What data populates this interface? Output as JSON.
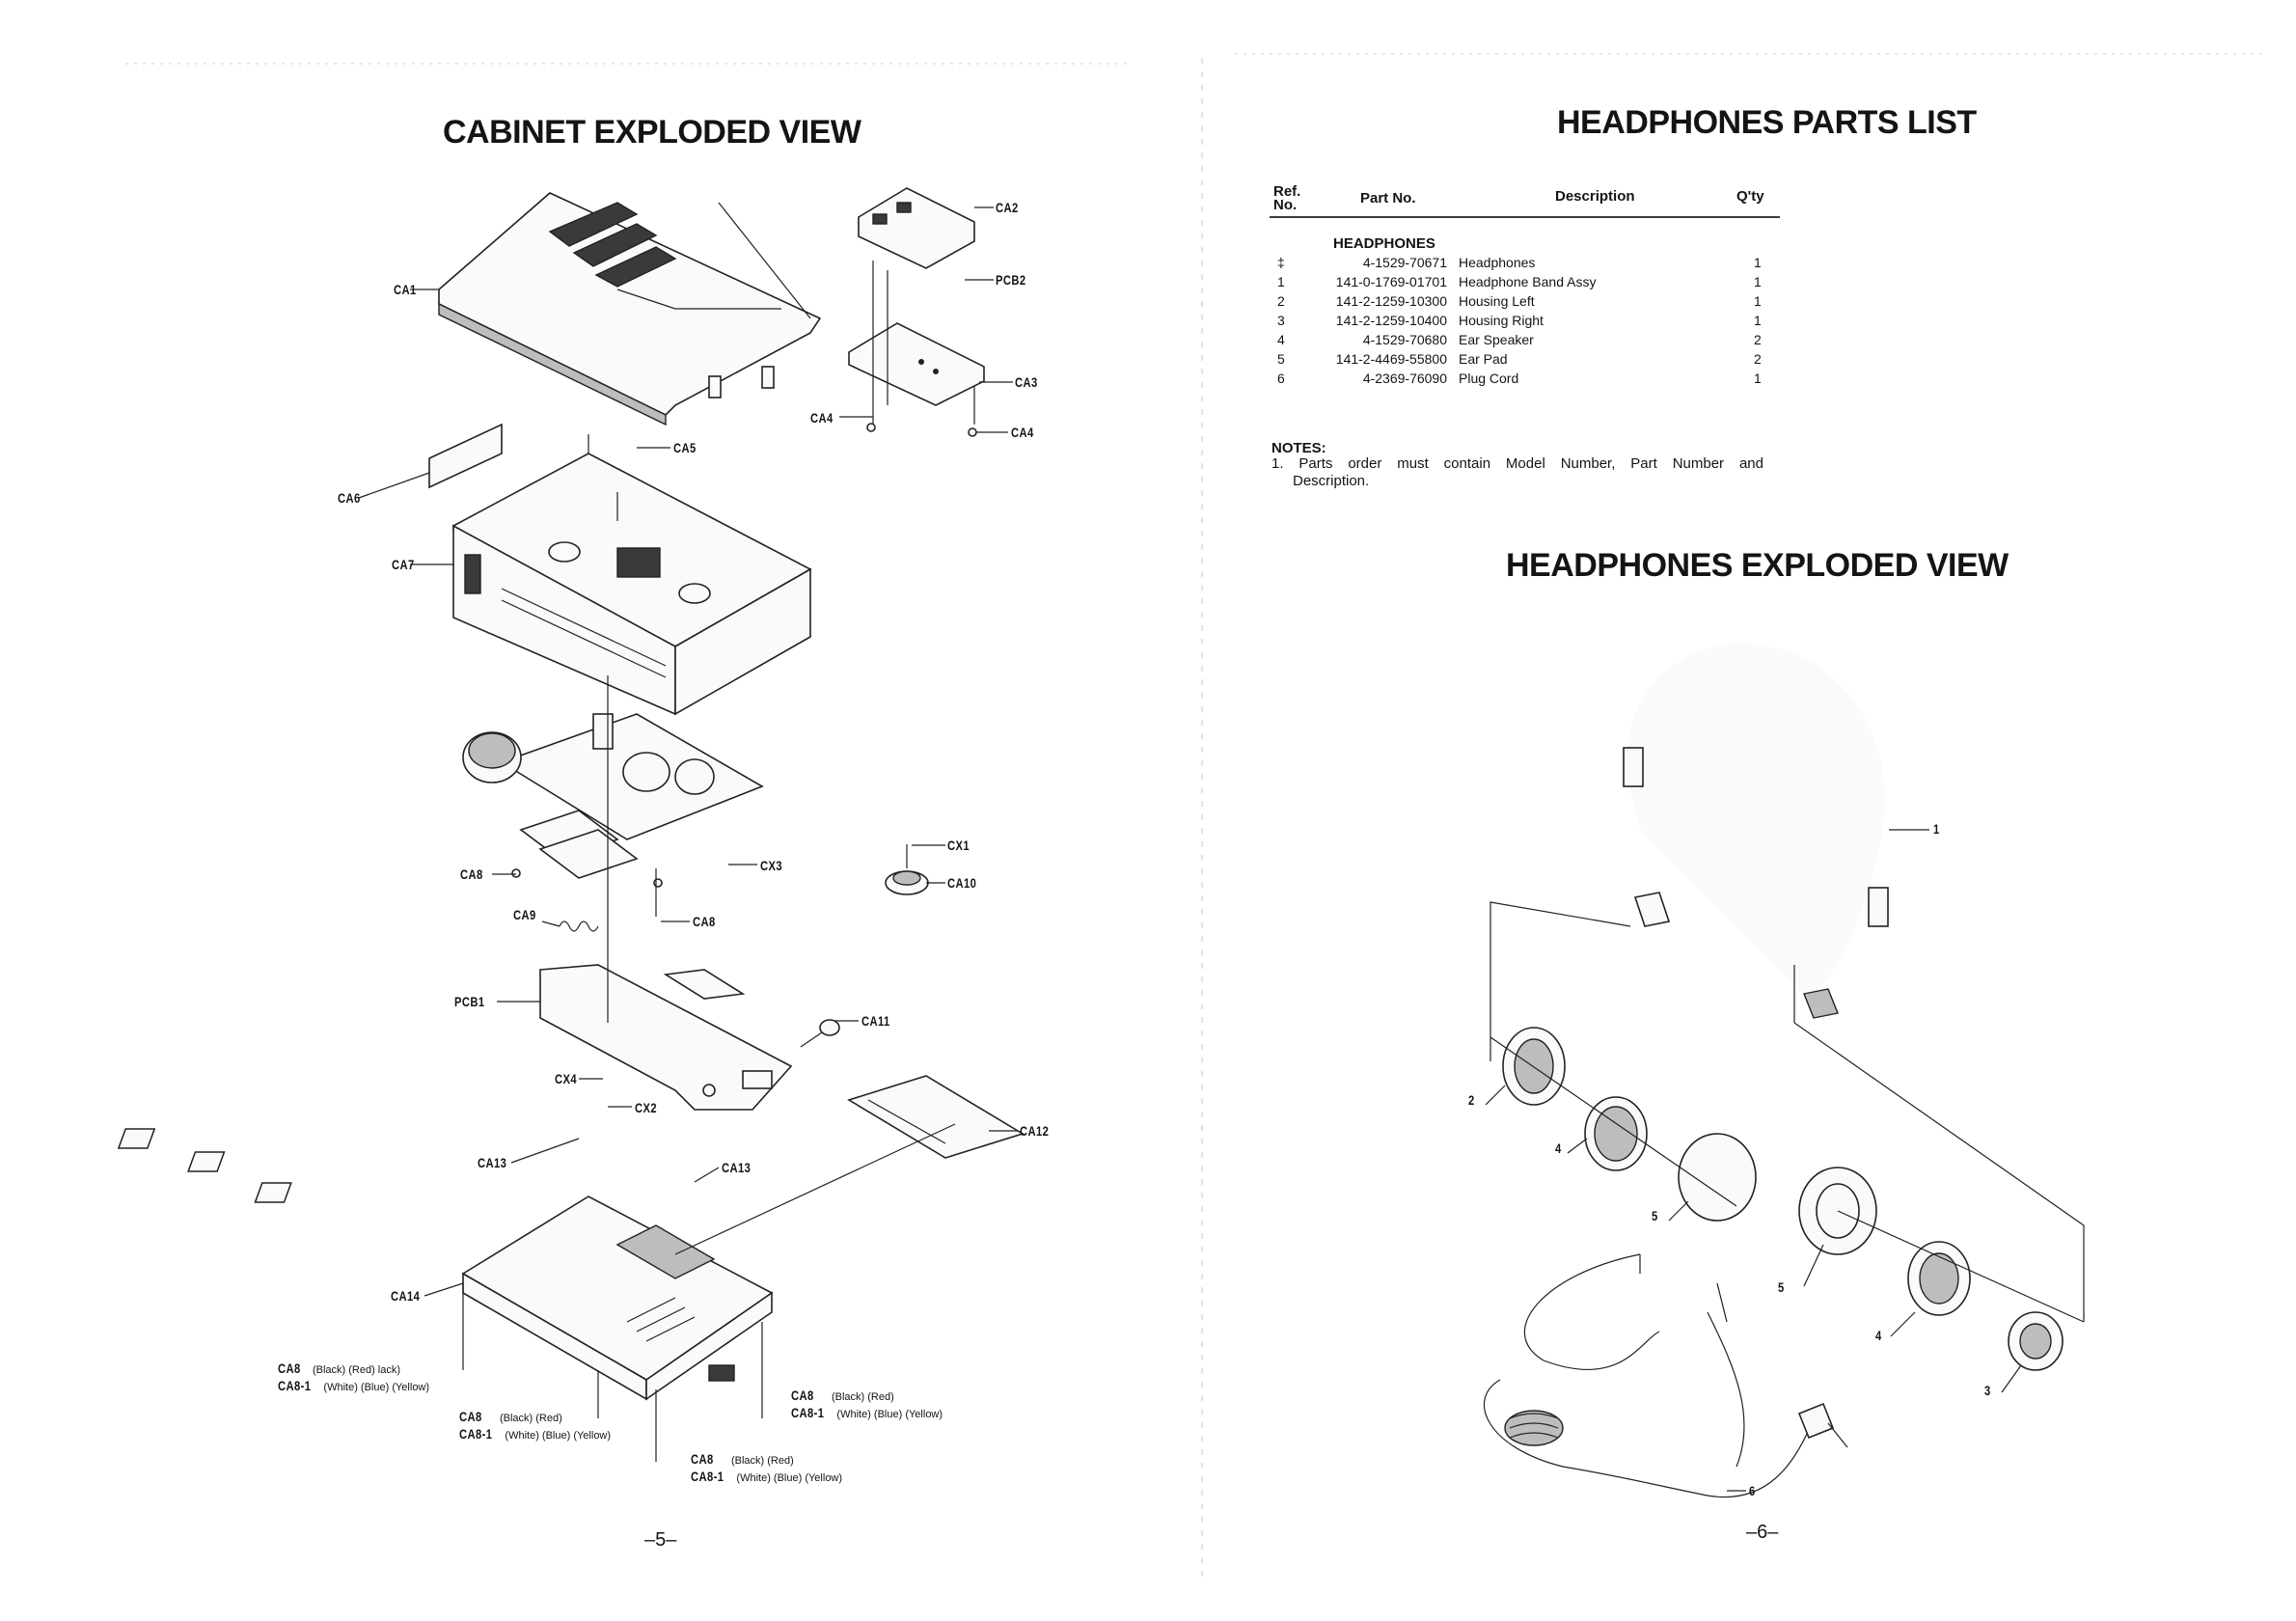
{
  "left_page": {
    "title": "CABINET EXPLODED VIEW",
    "page_number": "–5–",
    "callouts": {
      "ca1": "CA1",
      "ca2": "CA2",
      "pcb2": "PCB2",
      "ca3": "CA3",
      "ca4_a": "CA4",
      "ca4_b": "CA4",
      "ca5": "CA5",
      "ca6": "CA6",
      "ca7": "CA7",
      "cx1": "CX1",
      "ca10": "CA10",
      "cx3": "CX3",
      "ca8_a": "CA8",
      "ca8_b": "CA8",
      "ca9": "CA9",
      "pcb1": "PCB1",
      "ca11": "CA11",
      "cx4": "CX4",
      "cx2": "CX2",
      "ca12": "CA12",
      "ca13_a": "CA13",
      "ca13_b": "CA13",
      "ca14": "CA14"
    },
    "screw_notes": [
      {
        "l1": "CA8",
        "c1": "(Black) (Red)   lack)",
        "l2": "CA8-1",
        "c2": "(White) (Blue) (Yellow)"
      },
      {
        "l1": "CA8",
        "c1": "(Black) (Red)",
        "l2": "CA8-1",
        "c2": "(White) (Blue) (Yellow)"
      },
      {
        "l1": "CA8",
        "c1": "(Black) (Red)",
        "l2": "CA8-1",
        "c2": "(White) (Blue) (Yellow)"
      },
      {
        "l1": "CA8",
        "c1": "(Black) (Red)",
        "l2": "CA8-1",
        "c2": "(White) (Blue) (Yellow)"
      }
    ]
  },
  "right_page": {
    "title": "HEADPHONES PARTS LIST",
    "table": {
      "headers": {
        "ref_1": "Ref.",
        "ref_2": "No.",
        "part_no": "Part No.",
        "description": "Description",
        "qty": "Q'ty"
      },
      "group": "HEADPHONES",
      "rows": [
        {
          "ref": "‡",
          "part": "4-1529-70671",
          "desc": "Headphones",
          "qty": "1"
        },
        {
          "ref": "1",
          "part": "141-0-1769-01701",
          "desc": "Headphone Band Assy",
          "qty": "1"
        },
        {
          "ref": "2",
          "part": "141-2-1259-10300",
          "desc": "Housing Left",
          "qty": "1"
        },
        {
          "ref": "3",
          "part": "141-2-1259-10400",
          "desc": "Housing Right",
          "qty": "1"
        },
        {
          "ref": "4",
          "part": "4-1529-70680",
          "desc": "Ear Speaker",
          "qty": "2"
        },
        {
          "ref": "5",
          "part": "141-2-4469-55800",
          "desc": "Ear Pad",
          "qty": "2"
        },
        {
          "ref": "6",
          "part": "4-2369-76090",
          "desc": "Plug Cord",
          "qty": "1"
        }
      ]
    },
    "notes": {
      "heading": "NOTES:",
      "line1": "1. Parts order must contain Model Number, Part Number and",
      "line2": "Description."
    },
    "exploded_title": "HEADPHONES EXPLODED VIEW",
    "callouts": {
      "n1": "1",
      "n2": "2",
      "n3": "3",
      "n4_a": "4",
      "n4_b": "4",
      "n5_a": "5",
      "n5_b": "5",
      "n6": "6"
    },
    "page_number": "–6–"
  }
}
